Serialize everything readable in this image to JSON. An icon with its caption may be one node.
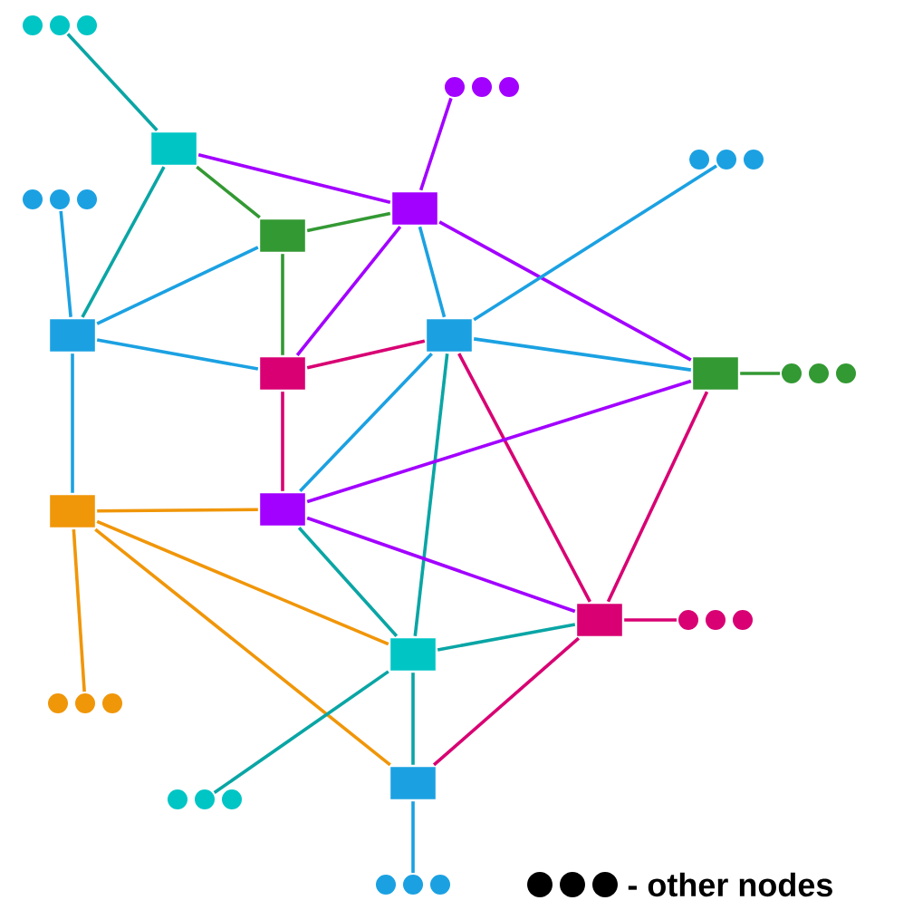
{
  "diagram": {
    "nodes": [
      {
        "text": [],
        "shape": "circle"
      },
      {
        "text": [],
        "shape": "circle"
      },
      {
        "text": [],
        "shape": "circle"
      },
      {
        "text": [],
        "shape": "box"
      },
      {
        "text": [],
        "shape": "circle"
      },
      {
        "text": [],
        "shape": "box"
      },
      {
        "text": [],
        "shape": "box"
      },
      {
        "text": [],
        "shape": "box"
      },
      {
        "text": [],
        "shape": "box"
      },
      {
        "text": [],
        "shape": "box"
      },
      {
        "text": [],
        "shape": "box"
      },
      {
        "text": [],
        "shape": "circle"
      },
      {
        "text": [],
        "shape": "box"
      },
      {
        "text": [],
        "shape": "box"
      },
      {
        "text": [],
        "shape": "box"
      },
      {
        "text": [],
        "shape": "circle"
      },
      {
        "text": [],
        "shape": "box"
      },
      {
        "text": [],
        "shape": "circle"
      },
      {
        "text": [],
        "shape": "circle"
      },
      {
        "text": [],
        "shape": "box"
      },
      {
        "text": [],
        "shape": "circle"
      }
    ],
    "edges": [
      {
        "from": 0,
        "to": 3,
        "arrow": "none",
        "color": "#0aa5a5"
      },
      {
        "from": 3,
        "to": 6,
        "arrow": "none",
        "color": "#339933"
      },
      {
        "from": 3,
        "to": 5,
        "arrow": "none",
        "color": "#a200ff"
      },
      {
        "from": 3,
        "to": 7,
        "arrow": "none",
        "color": "#0aa5a5"
      },
      {
        "from": 1,
        "to": 5,
        "arrow": "none",
        "color": "#a200ff"
      },
      {
        "from": 6,
        "to": 5,
        "arrow": "none",
        "color": "#339933"
      },
      {
        "from": 6,
        "to": 7,
        "arrow": "none",
        "color": "#1ba1e2"
      },
      {
        "from": 6,
        "to": 9,
        "arrow": "none",
        "color": "#339933"
      },
      {
        "from": 5,
        "to": 9,
        "arrow": "none",
        "color": "#a200ff"
      },
      {
        "from": 5,
        "to": 8,
        "arrow": "none",
        "color": "#1ba1e2"
      },
      {
        "from": 5,
        "to": 10,
        "arrow": "none",
        "color": "#a200ff"
      },
      {
        "from": 4,
        "to": 7,
        "arrow": "none",
        "color": "#1ba1e2"
      },
      {
        "from": 7,
        "to": 9,
        "arrow": "none",
        "color": "#1ba1e2"
      },
      {
        "from": 7,
        "to": 12,
        "arrow": "none",
        "color": "#1ba1e2"
      },
      {
        "from": 8,
        "to": 9,
        "arrow": "none",
        "color": "#d80073"
      },
      {
        "from": 2,
        "to": 8,
        "arrow": "none",
        "color": "#1ba1e2"
      },
      {
        "from": 8,
        "to": 10,
        "arrow": "none",
        "color": "#1ba1e2"
      },
      {
        "from": 8,
        "to": 13,
        "arrow": "none",
        "color": "#1ba1e2"
      },
      {
        "from": 8,
        "to": 16,
        "arrow": "none",
        "color": "#0aa5a5"
      },
      {
        "from": 8,
        "to": 14,
        "arrow": "none",
        "color": "#d80073"
      },
      {
        "from": 9,
        "to": 13,
        "arrow": "none",
        "color": "#d80073"
      },
      {
        "from": 10,
        "to": 11,
        "arrow": "none",
        "color": "#339933"
      },
      {
        "from": 10,
        "to": 13,
        "arrow": "none",
        "color": "#a200ff"
      },
      {
        "from": 10,
        "to": 14,
        "arrow": "none",
        "color": "#d80073"
      },
      {
        "from": 12,
        "to": 13,
        "arrow": "none",
        "color": "#f09609"
      },
      {
        "from": 12,
        "to": 16,
        "arrow": "none",
        "color": "#f09609"
      },
      {
        "from": 12,
        "to": 19,
        "arrow": "none",
        "color": "#f09609"
      },
      {
        "from": 12,
        "to": 17,
        "arrow": "none",
        "color": "#f09609"
      },
      {
        "from": 13,
        "to": 16,
        "arrow": "none",
        "color": "#0aa5a5"
      },
      {
        "from": 13,
        "to": 14,
        "arrow": "none",
        "color": "#a200ff"
      },
      {
        "from": 14,
        "to": 15,
        "arrow": "none",
        "color": "#d80073"
      },
      {
        "from": 14,
        "to": 16,
        "arrow": "none",
        "color": "#0aa5a5"
      },
      {
        "from": 14,
        "to": 19,
        "arrow": "none",
        "color": "#d80073"
      },
      {
        "from": 16,
        "to": 19,
        "arrow": "none",
        "color": "#0aa5a5"
      },
      {
        "from": 16,
        "to": 18,
        "arrow": "none",
        "color": "#0aa5a5"
      },
      {
        "from": 19,
        "to": 20,
        "arrow": "none",
        "color": "#1ba1e2"
      }
    ],
    "legend": [
      {
        "text": "- other nodes"
      }
    ]
  }
}
